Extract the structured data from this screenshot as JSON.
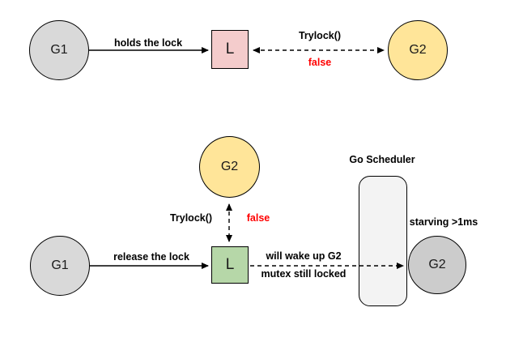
{
  "diagram": {
    "top": {
      "g1_label": "G1",
      "lock_label": "L",
      "g2_label": "G2",
      "holds_lock_label": "holds the lock",
      "trylock_label": "Trylock()",
      "false_label": "false"
    },
    "bottom": {
      "g1_label": "G1",
      "g2_waiting_label": "G2",
      "lock_label": "L",
      "release_lock_label": "release the lock",
      "trylock_label": "Trylock()",
      "false_label": "false",
      "scheduler_label": "Go Scheduler",
      "wake_line1": "will wake up G2",
      "wake_line2": "mutex still locked",
      "starving_label": "starving >1ms",
      "g2_woken_label": "G2"
    },
    "colors": {
      "lock_held_fill": "#f4cccc",
      "lock_released_fill": "#b6d7a8",
      "goroutine_running_fill": "#d9d9d9",
      "goroutine_waiting_fill": "#ffe599",
      "goroutine_woken_fill": "#cccccc",
      "scheduler_fill": "#f3f3f3",
      "false_text": "#ff0000",
      "stroke": "#000000"
    }
  }
}
